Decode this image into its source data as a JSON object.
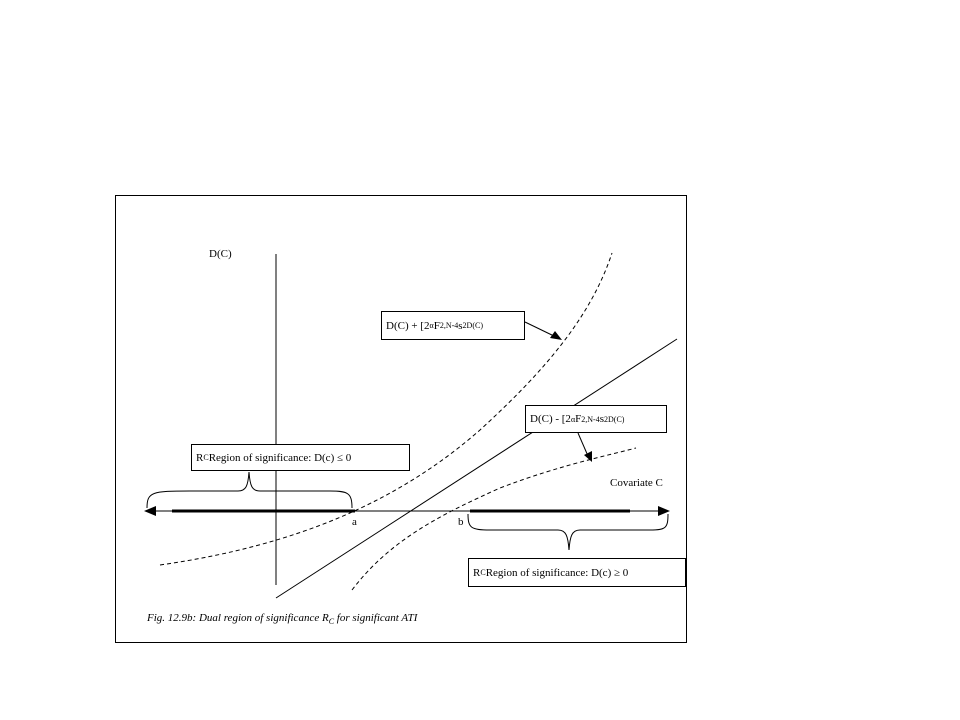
{
  "y_axis_label": "D(C)",
  "x_axis_label": "Covariate C",
  "point_a": "a",
  "point_b": "b",
  "upper_bound": {
    "prefix": "D(C) + [2",
    "sub1": "α",
    "mid": "F",
    "sub2": "2,N-4",
    "sp": " s",
    "sup": "2",
    "sub3": "D(C)"
  },
  "lower_bound": {
    "prefix": "D(C) - [2",
    "sub1": "α",
    "mid": "F",
    "sub2": "2,N-4",
    "sp": " s",
    "sup": "2",
    "sub3": "D(C)"
  },
  "region_left": {
    "r": "R",
    "sub": "C",
    "text": " Region of significance: D(c) ≤ 0"
  },
  "region_right": {
    "r": "R",
    "sub": "C",
    "text": " Region of significance: D(c) ≥ 0"
  },
  "caption": {
    "main": "Fig. 12.9b: Dual region of significance R",
    "sub": "C",
    "tail": " for significant ATI"
  }
}
